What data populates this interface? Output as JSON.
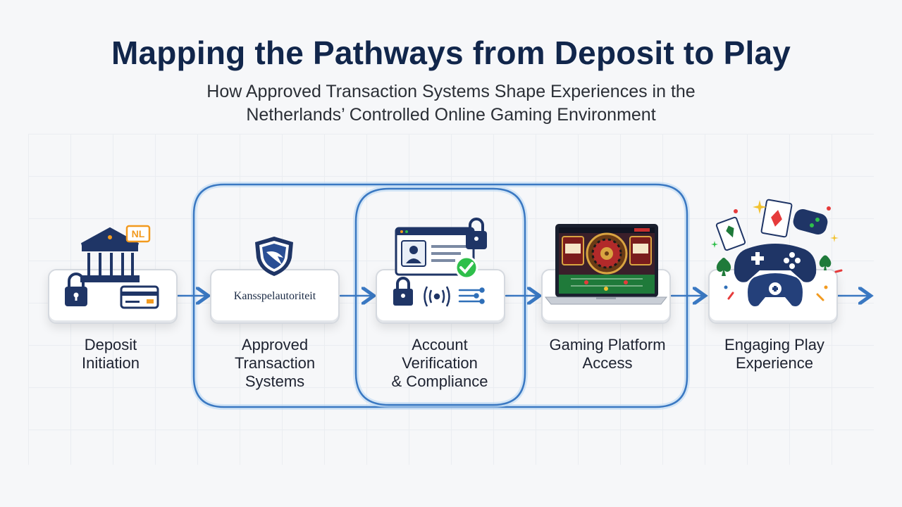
{
  "title": "Mapping the Pathways from Deposit to Play",
  "subtitle": {
    "line1": "How Approved Transaction Systems Shape Experiences in the",
    "line2": "Netherlands’ Controlled Online Gaming Environment"
  },
  "steps": [
    {
      "id": "deposit",
      "label_lines": [
        "Deposit",
        "Initiation"
      ],
      "badge": "NL"
    },
    {
      "id": "approved",
      "label_lines": [
        "Approved",
        "Transaction",
        "Systems"
      ],
      "box_text": "Kansspelautoriteit"
    },
    {
      "id": "verification",
      "label_lines": [
        "Account",
        "Verification",
        "& Compliance"
      ]
    },
    {
      "id": "platform",
      "label_lines": [
        "Gaming Platform",
        "Access"
      ]
    },
    {
      "id": "play",
      "label_lines": [
        "Engaging Play",
        "Experience"
      ]
    }
  ],
  "colors": {
    "title": "#11264b",
    "flow_blue": "#3a78c2",
    "flow_glow": "#9cc6ee",
    "navy_icon": "#1f3566",
    "badge_orange": "#f29a1f",
    "check_green": "#2fbf4b"
  },
  "icons": [
    "bank-icon",
    "lock-icon",
    "credit-card-icon",
    "shield-icon",
    "id-card-icon",
    "check-icon",
    "wireless-icon",
    "data-lines-icon",
    "laptop-icon",
    "roulette-icon",
    "gamepad-icon",
    "playing-card-icon",
    "spade-icon",
    "sparkle-icon"
  ]
}
